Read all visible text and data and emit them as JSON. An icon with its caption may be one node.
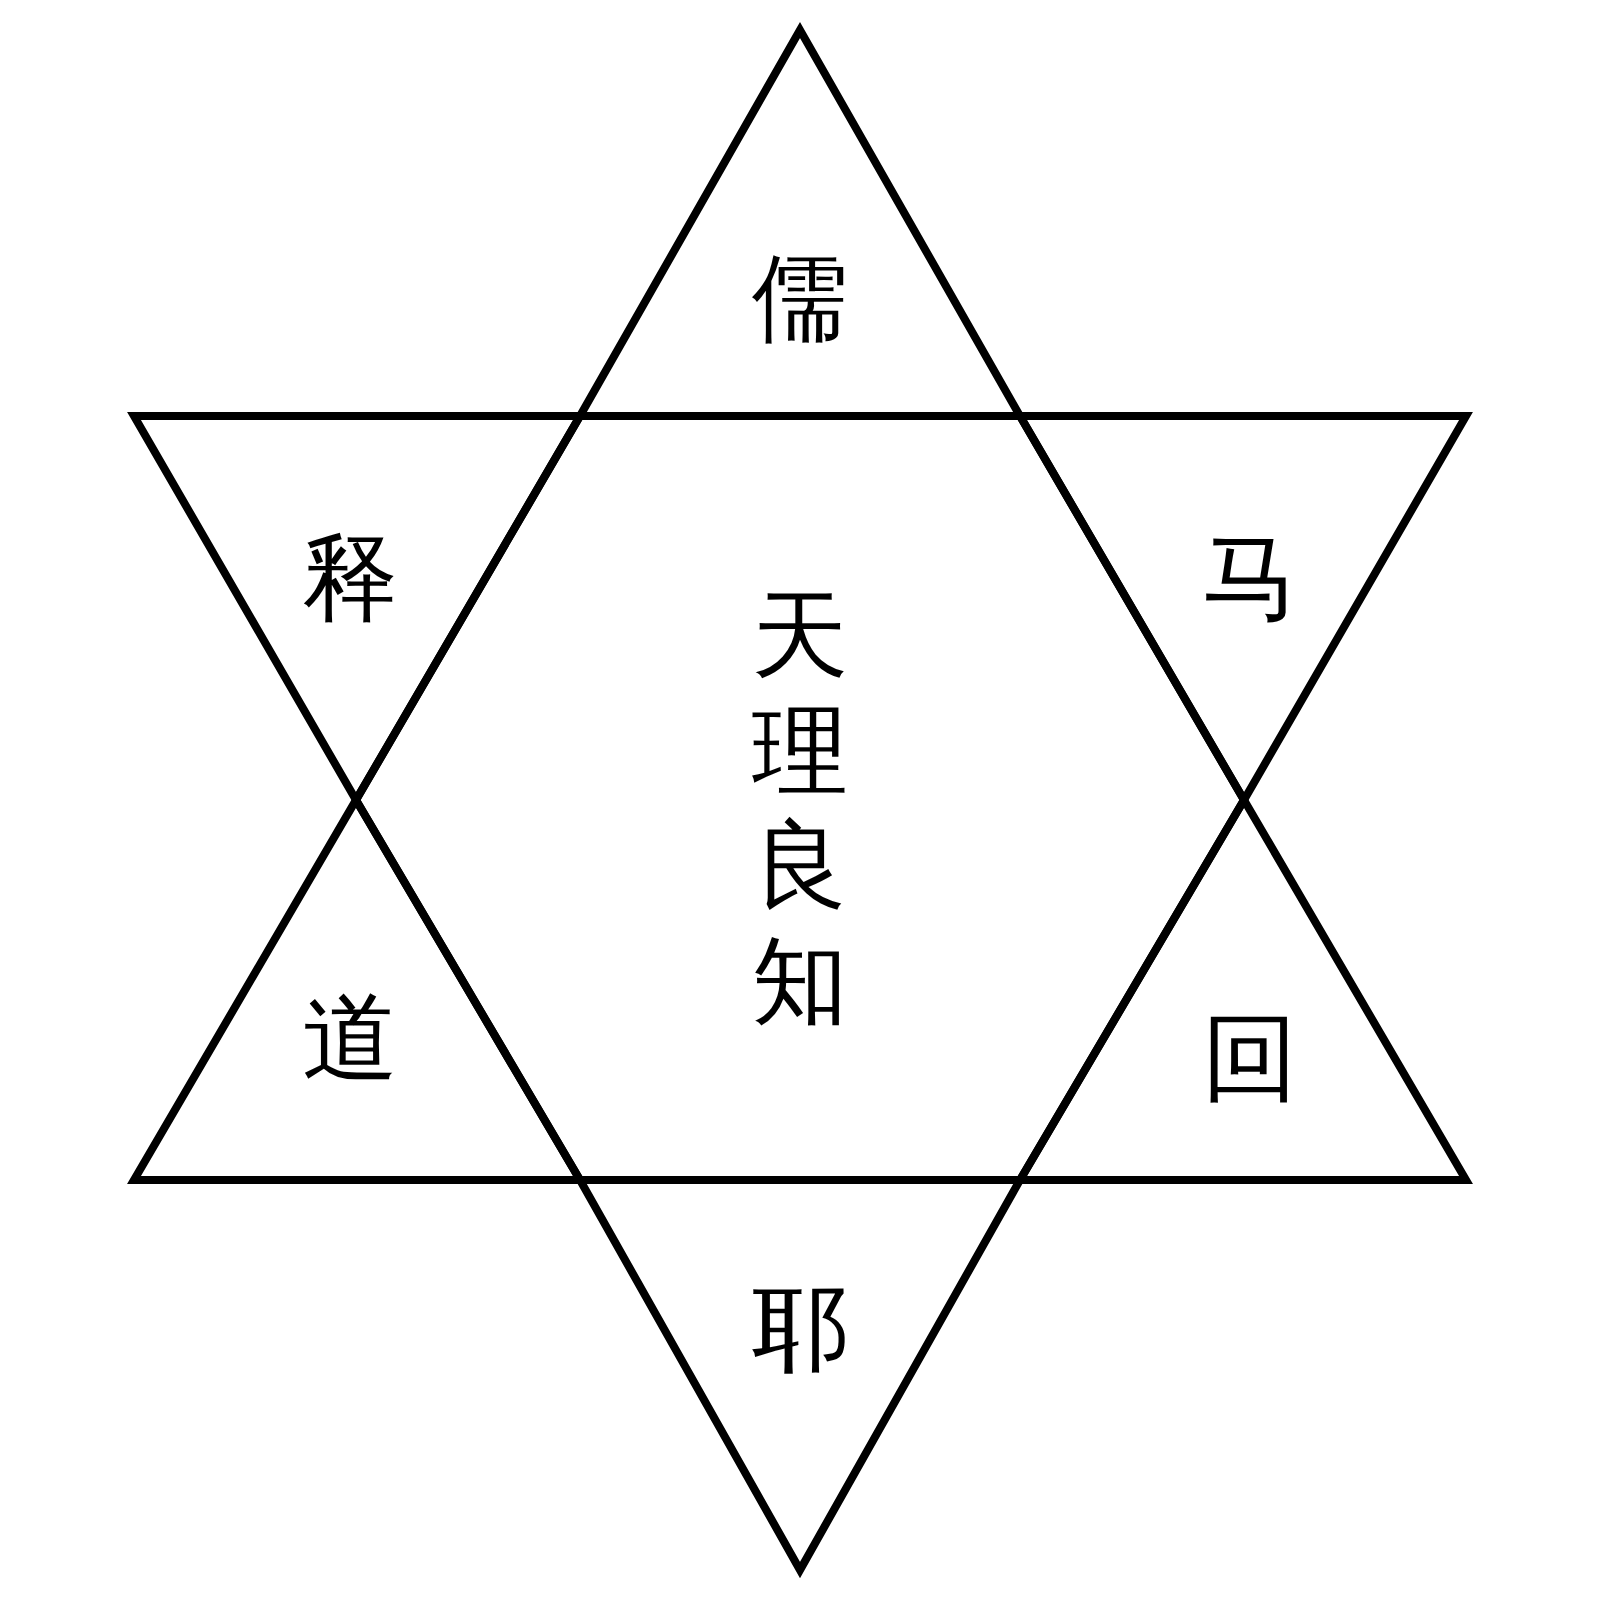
{
  "diagram": {
    "nodes": [
      {
        "text": [
          "儒"
        ]
      },
      {
        "text": [
          "释"
        ]
      },
      {
        "text": [
          "天理良知"
        ]
      },
      {
        "text": [
          "马"
        ]
      },
      {
        "text": [
          "道"
        ]
      },
      {
        "text": [
          "回"
        ]
      },
      {
        "text": [
          "耶"
        ]
      }
    ]
  }
}
